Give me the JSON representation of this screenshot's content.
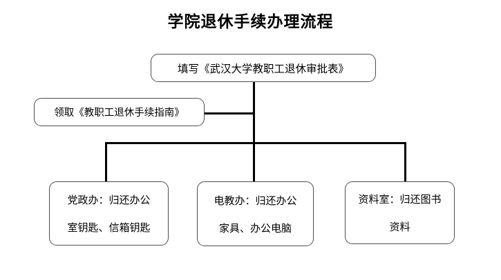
{
  "diagram": {
    "title": "学院退休手续办理流程",
    "type": "flowchart",
    "orientation": "top-down",
    "background_color": "#ffffff",
    "box_border_color": "#4d4d4d",
    "connector_color": "#000000",
    "nodes": [
      {
        "id": "top",
        "name": "fill-approval-form",
        "lines": [
          "填写《武汉大学教职工退休审批表》"
        ]
      },
      {
        "id": "guide",
        "name": "collect-retirement-guide",
        "lines": [
          "领取《教职工退休手续指南》"
        ]
      },
      {
        "id": "admin",
        "name": "party-admin-office",
        "lines": [
          "党政办：归还办公",
          "室钥匙、信箱钥匙"
        ]
      },
      {
        "id": "etech",
        "name": "educational-technology-office",
        "lines": [
          "电教办：归还办公",
          "家具、办公电脑"
        ]
      },
      {
        "id": "library",
        "name": "archive-room",
        "lines": [
          "资料室：归还图书",
          "资料"
        ]
      }
    ],
    "edges": [
      {
        "from": "top",
        "to": "guide"
      },
      {
        "from": "top",
        "to": "admin"
      },
      {
        "from": "top",
        "to": "etech"
      },
      {
        "from": "top",
        "to": "library"
      }
    ]
  }
}
